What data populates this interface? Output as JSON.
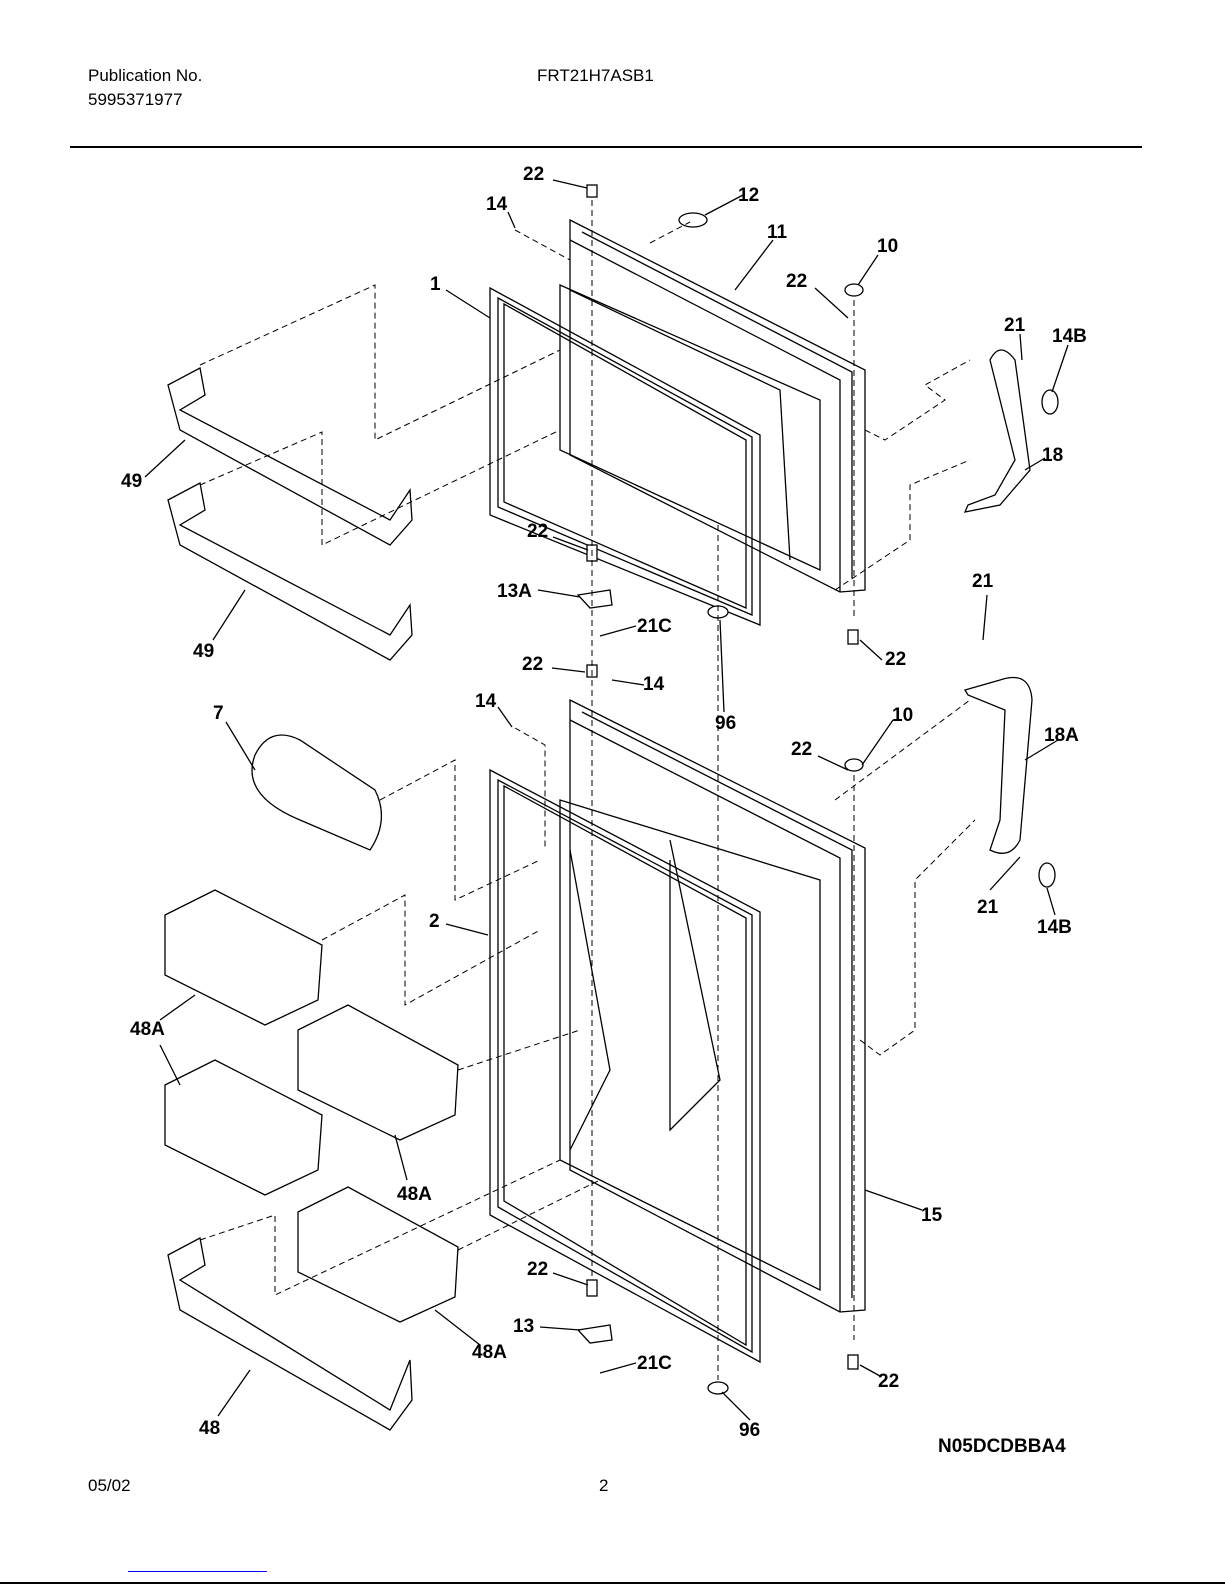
{
  "header": {
    "publication_label": "Publication No.",
    "publication_number": "5995371977",
    "model": "FRT21H7ASB1"
  },
  "footer": {
    "date": "05/02",
    "page": "2"
  },
  "diagram": {
    "code": "N05DCDBBA4",
    "callouts": [
      "22",
      "14",
      "12",
      "11",
      "10",
      "22",
      "1",
      "21",
      "14B",
      "49",
      "18",
      "22",
      "13A",
      "21C",
      "21",
      "49",
      "22",
      "14",
      "96",
      "22",
      "7",
      "14",
      "10",
      "22",
      "18A",
      "2",
      "21",
      "14B",
      "48A",
      "48A",
      "15",
      "22",
      "13",
      "21C",
      "48A",
      "22",
      "48",
      "96"
    ]
  }
}
